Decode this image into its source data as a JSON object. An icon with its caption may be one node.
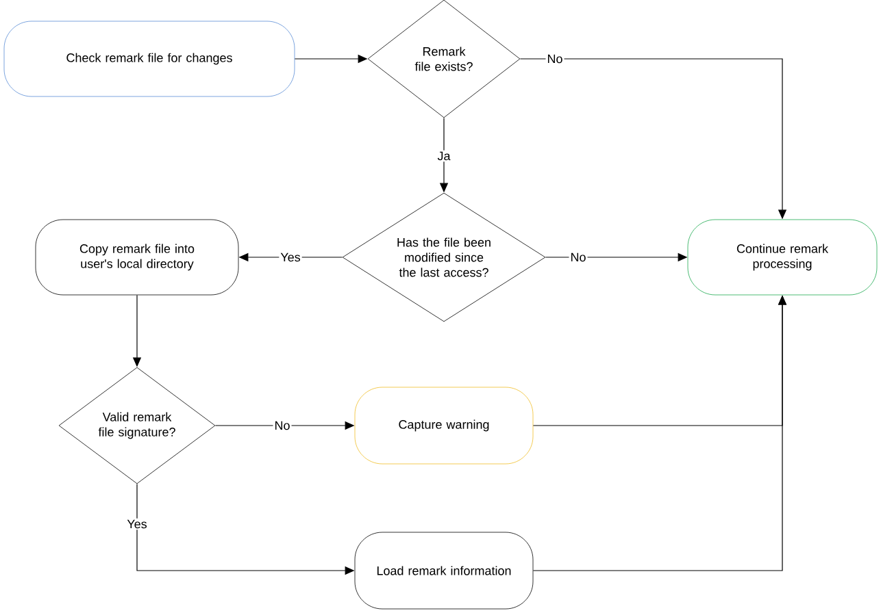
{
  "diagram": {
    "nodes": [
      {
        "text": [
          "Check remark file for changes"
        ]
      },
      {
        "text": [
          "Remark file exists?"
        ]
      },
      {
        "text": [
          "Has the file been modified since the last access?"
        ]
      },
      {
        "text": [
          "Copy remark file into user's local directory"
        ]
      },
      {
        "text": [
          "Continue remark processing"
        ]
      },
      {
        "text": [
          "Valid remark file signature?"
        ]
      },
      {
        "text": [
          "Capture warning"
        ]
      },
      {
        "text": [
          "Load remark information"
        ]
      }
    ],
    "edges": [
      {
        "from": 0,
        "to": 1,
        "arrow": "to"
      },
      {
        "from": 1,
        "to": 4,
        "arrow": "to",
        "label": "No"
      },
      {
        "from": 1,
        "to": 2,
        "arrow": "to",
        "label": "Ja"
      },
      {
        "from": 2,
        "to": 3,
        "arrow": "to",
        "label": "Yes"
      },
      {
        "from": 2,
        "to": 4,
        "arrow": "to",
        "label": "No"
      },
      {
        "from": 3,
        "to": 5,
        "arrow": "to"
      },
      {
        "from": 5,
        "to": 6,
        "arrow": "to",
        "label": "No"
      },
      {
        "from": 5,
        "to": 7,
        "arrow": "to",
        "label": "Yes"
      },
      {
        "from": 6,
        "to": 4,
        "arrow": "to"
      },
      {
        "from": 7,
        "to": 4,
        "arrow": "to"
      }
    ]
  }
}
